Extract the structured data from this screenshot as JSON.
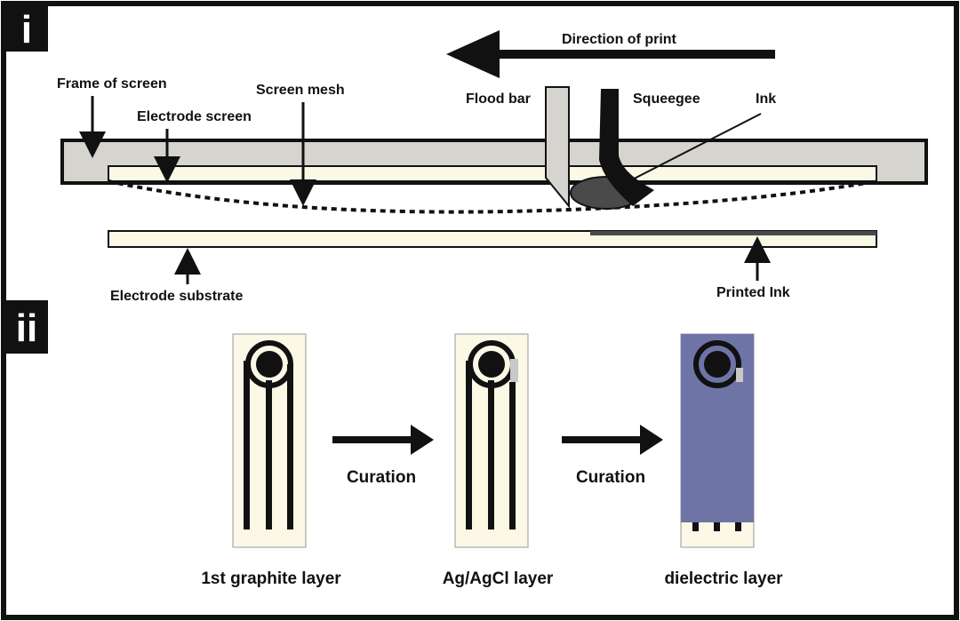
{
  "panels": {
    "i": {
      "tag": "i",
      "labels": {
        "direction": "Direction of print",
        "frame": "Frame of screen",
        "screen_mesh": "Screen mesh",
        "flood_bar": "Flood bar",
        "squeegee": "Squeegee",
        "ink": "Ink",
        "electrode_screen": "Electrode screen",
        "electrode_substrate": "Electrode substrate",
        "printed_ink": "Printed Ink"
      }
    },
    "ii": {
      "tag": "ii",
      "steps": [
        {
          "caption": "1st graphite layer"
        },
        {
          "caption": "Ag/AgCl layer"
        },
        {
          "caption": "dielectric layer"
        }
      ],
      "arrows": [
        {
          "label": "Curation"
        },
        {
          "label": "Curation"
        }
      ]
    }
  },
  "colors": {
    "frame": "#d6d4cf",
    "substrate": "#fbf8e6",
    "ink": "#4a4a4a",
    "dielectric": "#6f74a6",
    "agagcl": "#c8c8c8",
    "line": "#111111"
  }
}
